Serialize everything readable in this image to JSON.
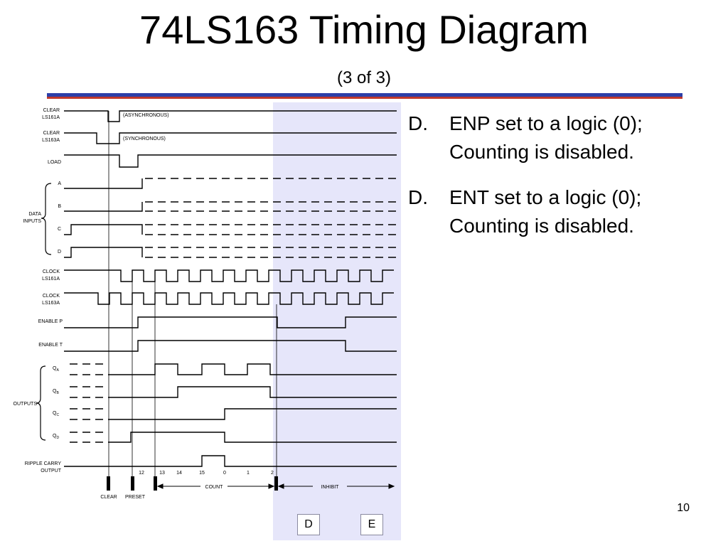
{
  "slide": {
    "title": "74LS163 Timing Diagram",
    "subtitle": "(3 of 3)",
    "page_number": "10"
  },
  "bullets": [
    {
      "letter": "D.",
      "text": "ENP set to a logic (0); Counting is disabled."
    },
    {
      "letter": "D.",
      "text": "ENT set to a logic (0); Counting is disabled."
    }
  ],
  "highlight": {
    "color": "#e6e6fa",
    "labels": [
      "D",
      "E"
    ]
  },
  "diagram": {
    "signal_labels": {
      "clear_161": [
        "CLEAR",
        "LS161A"
      ],
      "clear_163": [
        "CLEAR",
        "LS163A"
      ],
      "load": "LOAD",
      "a": "A",
      "b": "B",
      "c": "C",
      "d": "D",
      "data_inputs": [
        "DATA",
        "INPUTS"
      ],
      "clock_161": [
        "CLOCK",
        "LS161A"
      ],
      "clock_163": [
        "CLOCK",
        "LS163A"
      ],
      "enable_p": "ENABLE P",
      "enable_t": "ENABLE T",
      "q": "Q",
      "qa_sub": "A",
      "qb_sub": "B",
      "qc_sub": "C",
      "qd_sub": "D",
      "outputs": "OUTPUTS",
      "ripple_carry": [
        "RIPPLE CARRY",
        "OUTPUT"
      ]
    },
    "annotations": {
      "asynchronous": "(ASYNCHRONOUS)",
      "synchronous": "(SYNCHRONOUS)"
    },
    "counts": [
      "12",
      "13",
      "14",
      "15",
      "0",
      "1",
      "2"
    ],
    "phases": {
      "clear": "CLEAR",
      "preset": "PRESET",
      "count": "COUNT",
      "inhibit": "INHIBIT"
    }
  }
}
